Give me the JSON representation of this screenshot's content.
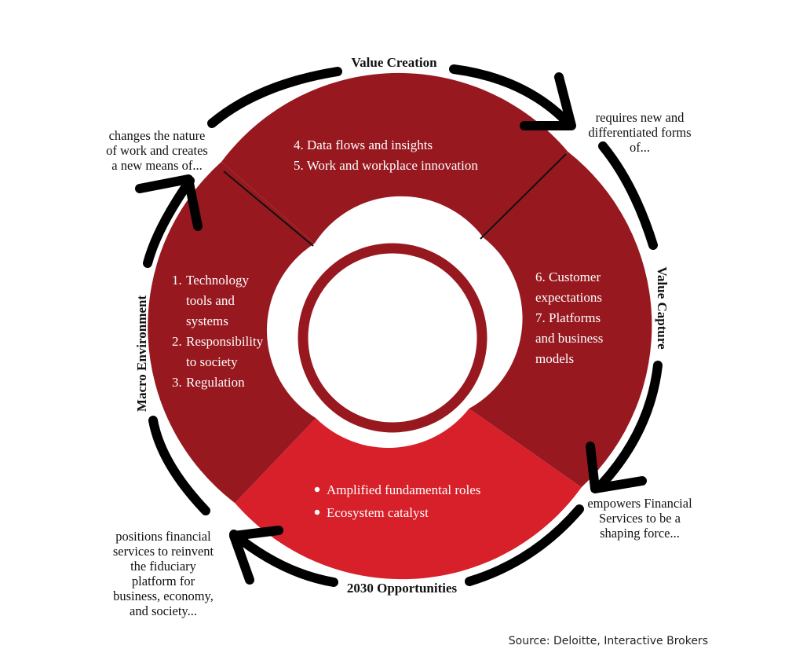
{
  "colors": {
    "dark_red": "#97191f",
    "bright_red": "#d7202a",
    "divider": "#111111",
    "ring": "#000000"
  },
  "stages": {
    "top": "Value Creation",
    "right": "Value Capture",
    "bottom": "2030 Opportunities",
    "left": "Macro Environment"
  },
  "segments": {
    "top": [
      "4. Data flows and insights",
      "5. Work and workplace innovation"
    ],
    "left": [
      "1.",
      "Technology",
      "tools and",
      "systems",
      "2.",
      "Responsibility",
      "to society",
      "3.",
      "Regulation"
    ],
    "right": [
      "6. Customer",
      "expectations",
      "7. Platforms",
      "and business",
      "models"
    ],
    "bottom": [
      "Amplified fundamental roles",
      "Ecosystem catalyst"
    ]
  },
  "notes": {
    "top_left": [
      "changes the nature",
      "of work and creates",
      "a new means of..."
    ],
    "top_right": [
      "requires new and",
      "differentiated forms",
      "of..."
    ],
    "bottom_right": [
      "empowers Financial",
      "Services to be a",
      "shaping force..."
    ],
    "bottom_left": [
      "positions financial",
      "services to reinvent",
      "the fiduciary",
      "platform for",
      "business, economy,",
      "and society..."
    ]
  },
  "icons": [
    "arrow-head-icon"
  ],
  "source": "Source: Deloitte, Interactive Brokers"
}
